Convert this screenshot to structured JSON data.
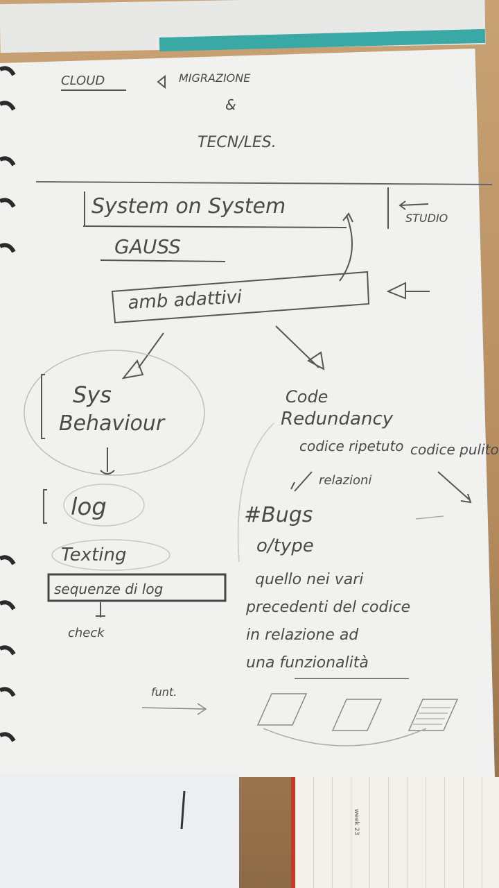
{
  "notes": {
    "title_line1": "CLOUD",
    "title_migrazione": "MIGRAZIONE",
    "title_and": "&",
    "title_techniques": "TECN/LES.",
    "system_of_systems": "System on System",
    "studio": "STUDIO",
    "gauss": "GAUSS",
    "amb_adattivi": "amb adattivi",
    "sys_behaviour": [
      "Sys",
      "Behaviour"
    ],
    "code_redundancy": [
      "Code",
      "Redundancy"
    ],
    "codice_ripetuto": "codice ripetuto",
    "codice_pulito": "codice pulito",
    "relazioni": "relazioni",
    "bugs": "#Bugs",
    "oltype": "o/type",
    "log": "log",
    "texting": "Texting",
    "sequenze_di_log": "sequenze di log",
    "check": "check",
    "quello_note": [
      "quello nei vari",
      "precedenti del codice",
      "in relazione ad",
      "una funzionalità"
    ],
    "funct": "funt."
  },
  "calendar": {
    "week_label": "week 23"
  }
}
